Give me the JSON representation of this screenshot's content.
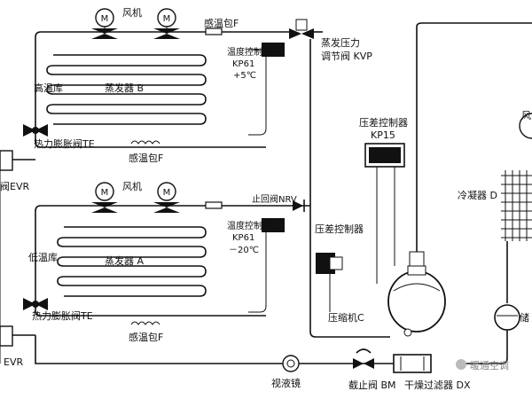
{
  "labels": {
    "fan_top": "风机",
    "sensor_top": "感温包F",
    "evp_regulator": "蒸发压力",
    "evp_regulator_2": "调节阀 KVP",
    "temp_ctrl_top": "温度控制器",
    "kp61_top": "KP61",
    "temp_top": "+5℃",
    "high_room": "高温库",
    "evaporator_b": "蒸发器 B",
    "txv_top": "热力膨胀阀TE",
    "sensor_bulb_top": "感温包F",
    "evr_top": "阀EVR",
    "fan_bottom": "风机",
    "check_valve": "止回阀NRV",
    "temp_ctrl_bottom": "温度控制器",
    "kp61_bottom": "KP61",
    "temp_bottom": "－20℃",
    "diff_ctrl_kp15": "压差控制器",
    "kp15": "KP15",
    "diff_ctrl_2": "压差控制器",
    "low_room": "低温库",
    "evaporator_a": "蒸发器 A",
    "txv_bottom": "热力膨胀阀TE",
    "sensor_bulb_bottom": "感温包F",
    "compressor": "压缩机C",
    "evr_bottom": "EVR",
    "condenser": "冷凝器 D",
    "fan_right": "风",
    "receiver": "储",
    "sight_glass": "视液镜",
    "shutoff_valve": "截止阀 BM",
    "filter_dryer": "干燥过滤器 DX",
    "watermark": "暖通空调",
    "motor_symbol": "M"
  }
}
